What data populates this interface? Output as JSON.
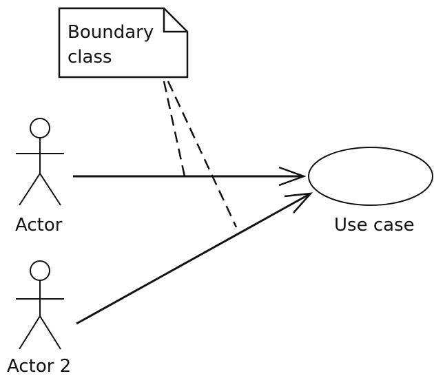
{
  "note": {
    "line1": "Boundary",
    "line2": "class"
  },
  "actors": [
    {
      "label": "Actor"
    },
    {
      "label": "Actor 2"
    }
  ],
  "use_case": {
    "label": "Use case"
  },
  "colors": {
    "stroke": "#111111",
    "background": "#ffffff"
  }
}
